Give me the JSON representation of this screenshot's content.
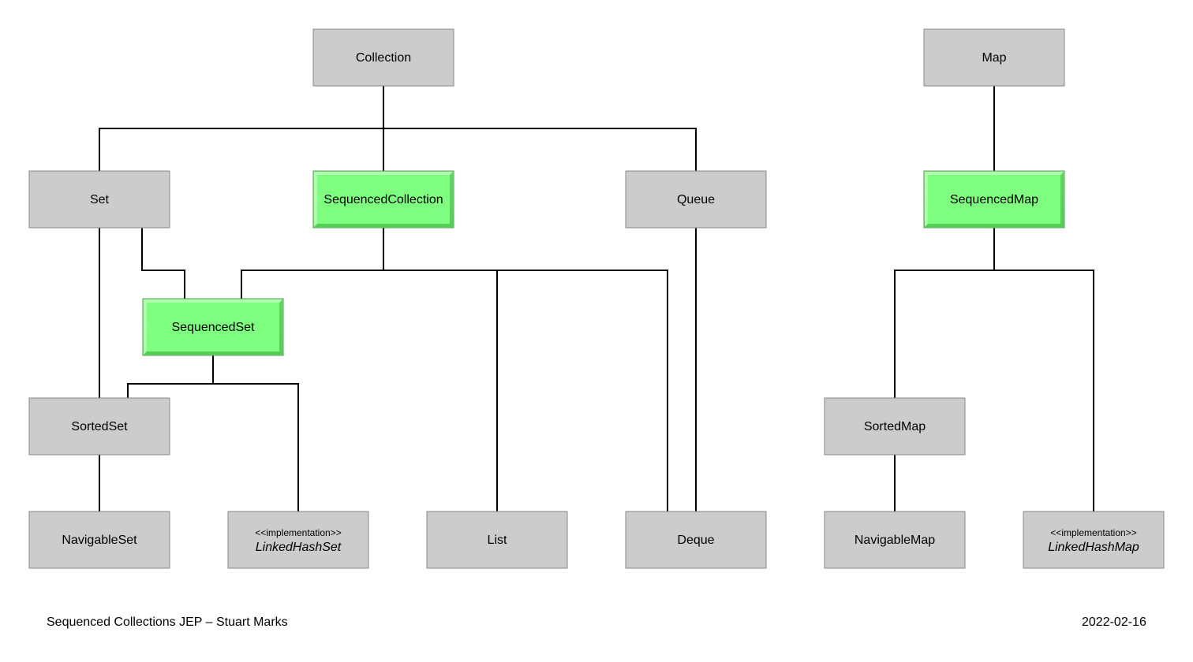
{
  "colors": {
    "node_fill": "#cccccc",
    "node_stroke": "#888888",
    "highlight_fill": "#7fff7f",
    "highlight_edge_light": "#b8ffb8",
    "highlight_edge_dark": "#3fb03f",
    "line": "#000000"
  },
  "nodes": {
    "collection": {
      "label": "Collection"
    },
    "map": {
      "label": "Map"
    },
    "set": {
      "label": "Set"
    },
    "sequenced_collection": {
      "label": "SequencedCollection"
    },
    "queue": {
      "label": "Queue"
    },
    "sequenced_map": {
      "label": "SequencedMap"
    },
    "sequenced_set": {
      "label": "SequencedSet"
    },
    "sorted_set": {
      "label": "SortedSet"
    },
    "sorted_map": {
      "label": "SortedMap"
    },
    "navigable_set": {
      "label": "NavigableSet"
    },
    "linked_hash_set": {
      "stereotype": "<<implementation>>",
      "label": "LinkedHashSet"
    },
    "list": {
      "label": "List"
    },
    "deque": {
      "label": "Deque"
    },
    "navigable_map": {
      "label": "NavigableMap"
    },
    "linked_hash_map": {
      "stereotype": "<<implementation>>",
      "label": "LinkedHashMap"
    }
  },
  "footer": {
    "left": "Sequenced Collections JEP – Stuart Marks",
    "right": "2022-02-16"
  }
}
